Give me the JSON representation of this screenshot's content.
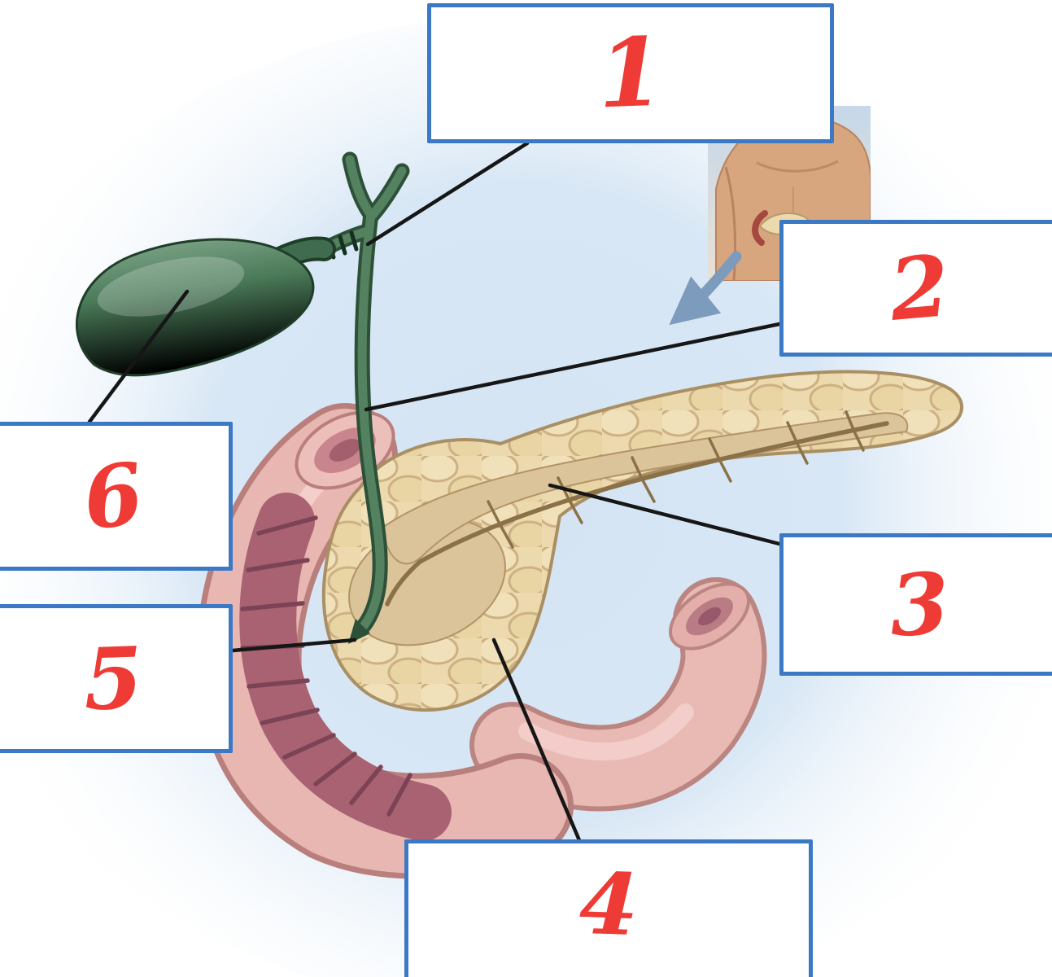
{
  "diagram": {
    "type": "anatomy-labeling-quiz",
    "subject": "pancreas-gallbladder-duodenum",
    "labels": [
      {
        "id": "label-1",
        "number": "1"
      },
      {
        "id": "label-2",
        "number": "2"
      },
      {
        "id": "label-3",
        "number": "3"
      },
      {
        "id": "label-4",
        "number": "4"
      },
      {
        "id": "label-5",
        "number": "5"
      },
      {
        "id": "label-6",
        "number": "6"
      }
    ]
  },
  "colors": {
    "label_box_border": "#3c79c4",
    "label_number": "#ee3b35",
    "leader_line": "#161616",
    "gallbladder_green": "#44704f",
    "bile_duct_green": "#54815f",
    "pancreas_cream": "#ecd9ae",
    "pancreas_cut": "#dcc49a",
    "duodenum_pink": "#e9b7b2",
    "duodenum_interior": "#a86272",
    "inset_arrow_blue": "#7d9bbd",
    "background_tint": "#d6e6f4"
  }
}
